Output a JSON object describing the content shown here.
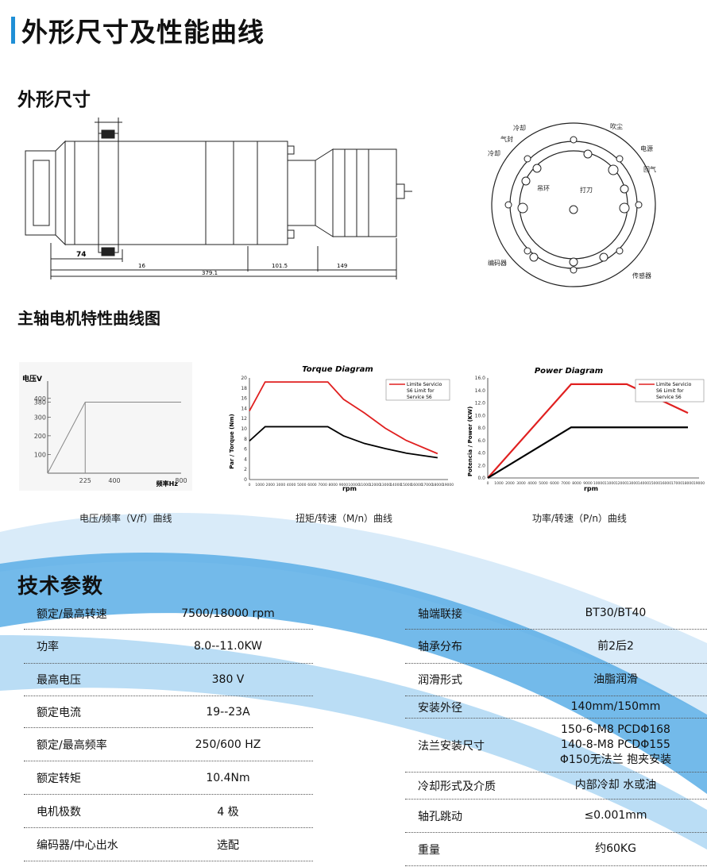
{
  "title": "外形尺寸及性能曲线",
  "sections": {
    "dimensions": "外形尺寸",
    "curves": "主轴电机特性曲线图",
    "specs": "技术参数"
  },
  "colors": {
    "accent": "#1f8fd6",
    "wave": "#5aaee6",
    "torque_red": "#e02020",
    "torque_black": "#000000"
  },
  "drawing": {
    "dim_74": "74",
    "dim_labels": [
      "16",
      "379.1",
      "101.5",
      "149"
    ],
    "flange_labels": [
      "冷却",
      "气封",
      "冷却",
      "吹尘",
      "电源",
      "回气",
      "吊环",
      "打刀",
      "编码器",
      "传感器"
    ]
  },
  "charts": {
    "vf_caption": "电压/频率（V/f）曲线",
    "torque_caption": "扭矩/转速（M/n）曲线",
    "power_caption": "功率/转速（P/n）曲线"
  },
  "chart_data": [
    {
      "type": "line",
      "ylabel": "电压V",
      "xlabel": "频率Hz",
      "yticks": [
        "100",
        "200",
        "300",
        "380",
        "400"
      ],
      "xticks": [
        "225",
        "400",
        "800"
      ],
      "xlim": [
        0,
        800
      ],
      "ylim": [
        0,
        450
      ],
      "series": [
        {
          "x": [
            0,
            225,
            800
          ],
          "y": [
            0,
            380,
            380
          ]
        }
      ]
    },
    {
      "type": "line",
      "title": "Torque Diagram",
      "ylabel": "Par / Torque (Nm)",
      "xlabel": "rpm",
      "yticks": [
        "0",
        "2",
        "4",
        "6",
        "8",
        "10",
        "12",
        "14",
        "16",
        "18",
        "20"
      ],
      "xticks": [
        "0",
        "1000",
        "2000",
        "3000",
        "4000",
        "5000",
        "6000",
        "7000",
        "8000",
        "9000",
        "10000",
        "11000",
        "12000",
        "13000",
        "14000",
        "15000",
        "16000",
        "17000",
        "18000",
        "19000"
      ],
      "xlim": [
        0,
        19000
      ],
      "ylim": [
        0,
        20
      ],
      "legend": [
        "Limite Servicio",
        "S6 Limit for",
        "Service S6"
      ],
      "series": [
        {
          "name": "Limite Servicio S6",
          "color": "#e02020",
          "x": [
            0,
            1500,
            7500,
            9000,
            11000,
            13000,
            15000,
            18000
          ],
          "y": [
            13.5,
            19.2,
            19.2,
            15.8,
            13.1,
            10.1,
            7.7,
            5.1
          ]
        },
        {
          "color": "#000000",
          "x": [
            0,
            1500,
            7500,
            9000,
            11000,
            13000,
            15000,
            18000
          ],
          "y": [
            7.6,
            10.4,
            10.4,
            8.6,
            7.1,
            6.1,
            5.2,
            4.3
          ]
        }
      ]
    },
    {
      "type": "line",
      "title": "Power Diagram",
      "ylabel": "Potencia / Power (KW)",
      "xlabel": "rpm",
      "yticks": [
        "0.0",
        "2.0",
        "4.0",
        "6.0",
        "8.0",
        "10.0",
        "12.0",
        "14.0",
        "16.0"
      ],
      "xticks": [
        "0",
        "1000",
        "2000",
        "3000",
        "4000",
        "5000",
        "6000",
        "7000",
        "8000",
        "9000",
        "10000",
        "11000",
        "12000",
        "13000",
        "14000",
        "15000",
        "16000",
        "17000",
        "18000",
        "19000"
      ],
      "xlim": [
        0,
        19000
      ],
      "ylim": [
        0,
        16
      ],
      "legend": [
        "Limite Servicio",
        "S6 Limit for",
        "Service S6"
      ],
      "series": [
        {
          "name": "Limite Servicio S6",
          "color": "#e02020",
          "x": [
            0,
            7500,
            12500,
            18000
          ],
          "y": [
            0,
            15.0,
            15.0,
            10.4
          ]
        },
        {
          "color": "#000000",
          "x": [
            0,
            7500,
            18000
          ],
          "y": [
            0,
            8.1,
            8.1
          ]
        }
      ]
    }
  ],
  "specs": {
    "left": [
      {
        "k": "额定/最高转速",
        "v": "7500/18000 rpm"
      },
      {
        "k": "功率",
        "v": "8.0--11.0KW"
      },
      {
        "k": "最高电压",
        "v": "380 V"
      },
      {
        "k": "额定电流",
        "v": "19--23A"
      },
      {
        "k": "额定/最高频率",
        "v": "250/600 HZ"
      },
      {
        "k": "额定转矩",
        "v": "10.4Nm"
      },
      {
        "k": "电机极数",
        "v": "4 极"
      },
      {
        "k": "编码器/中心出水",
        "v": "选配"
      }
    ],
    "right": [
      {
        "k": "轴端联接",
        "v": "BT30/BT40"
      },
      {
        "k": "轴承分布",
        "v": "前2后2"
      },
      {
        "k": "润滑形式",
        "v": "油脂润滑"
      },
      {
        "k": "安装外径",
        "v": "140mm/150mm"
      },
      {
        "k": "法兰安装尺寸",
        "v1": "150-6-M8    PCDΦ168",
        "v2": "140-8-M8    PCDΦ155",
        "v3": "Φ150无法兰 抱夹安装"
      },
      {
        "k": "冷却形式及介质",
        "v": "内部冷却  水或油"
      },
      {
        "k": "轴孔跳动",
        "v": "≤0.001mm"
      },
      {
        "k": "重量",
        "v": "约60KG"
      }
    ]
  }
}
